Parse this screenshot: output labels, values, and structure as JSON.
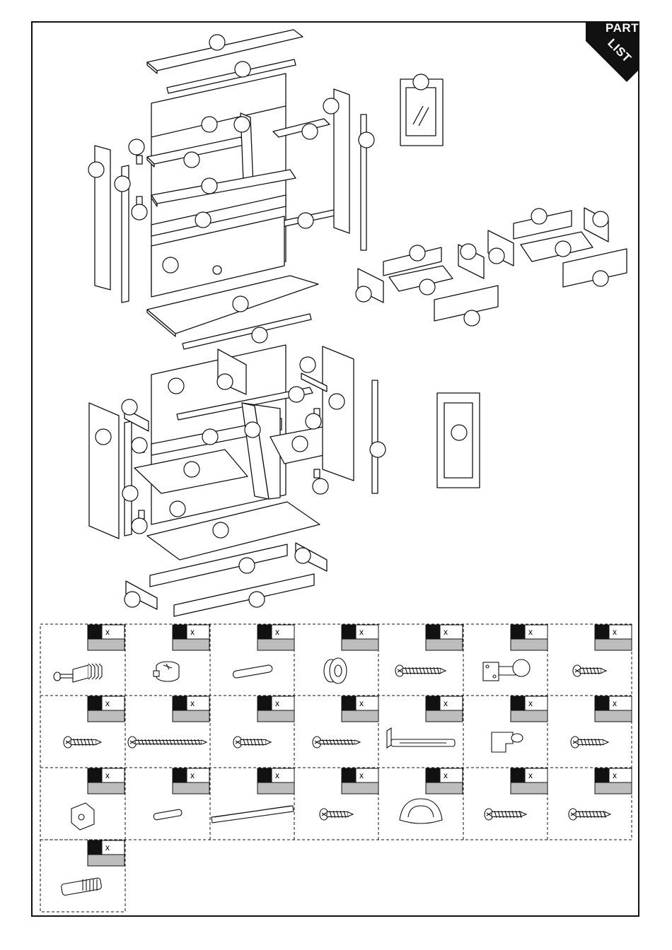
{
  "corner_tag": {
    "word_top": "PART",
    "word_bottom": "LIST"
  },
  "diagram": {
    "callout_icon": "blank-callout-circle",
    "panel_callouts_count": 46
  },
  "hardware": {
    "quantity_marker": "x",
    "items": [
      {
        "icon": "cam-bolt-icon"
      },
      {
        "icon": "cam-lock-icon"
      },
      {
        "icon": "wooden-dowel-icon"
      },
      {
        "icon": "round-knob-icon"
      },
      {
        "icon": "machine-screw-icon"
      },
      {
        "icon": "cabinet-hinge-icon"
      },
      {
        "icon": "short-wood-screw-icon"
      },
      {
        "icon": "wood-screw-icon"
      },
      {
        "icon": "long-wood-screw-icon"
      },
      {
        "icon": "medium-wood-screw-icon"
      },
      {
        "icon": "chipboard-screw-icon"
      },
      {
        "icon": "angle-bracket-icon"
      },
      {
        "icon": "shelf-support-icon"
      },
      {
        "icon": "flat-head-screw-icon"
      },
      {
        "icon": "corner-block-icon"
      },
      {
        "icon": "small-dowel-icon"
      },
      {
        "icon": "drawer-runner-icon"
      },
      {
        "icon": "short-screw-icon"
      },
      {
        "icon": "cup-handle-icon"
      },
      {
        "icon": "bolt-screw-icon"
      },
      {
        "icon": "countersunk-bolt-icon"
      },
      {
        "icon": "wall-plug-icon"
      }
    ]
  }
}
